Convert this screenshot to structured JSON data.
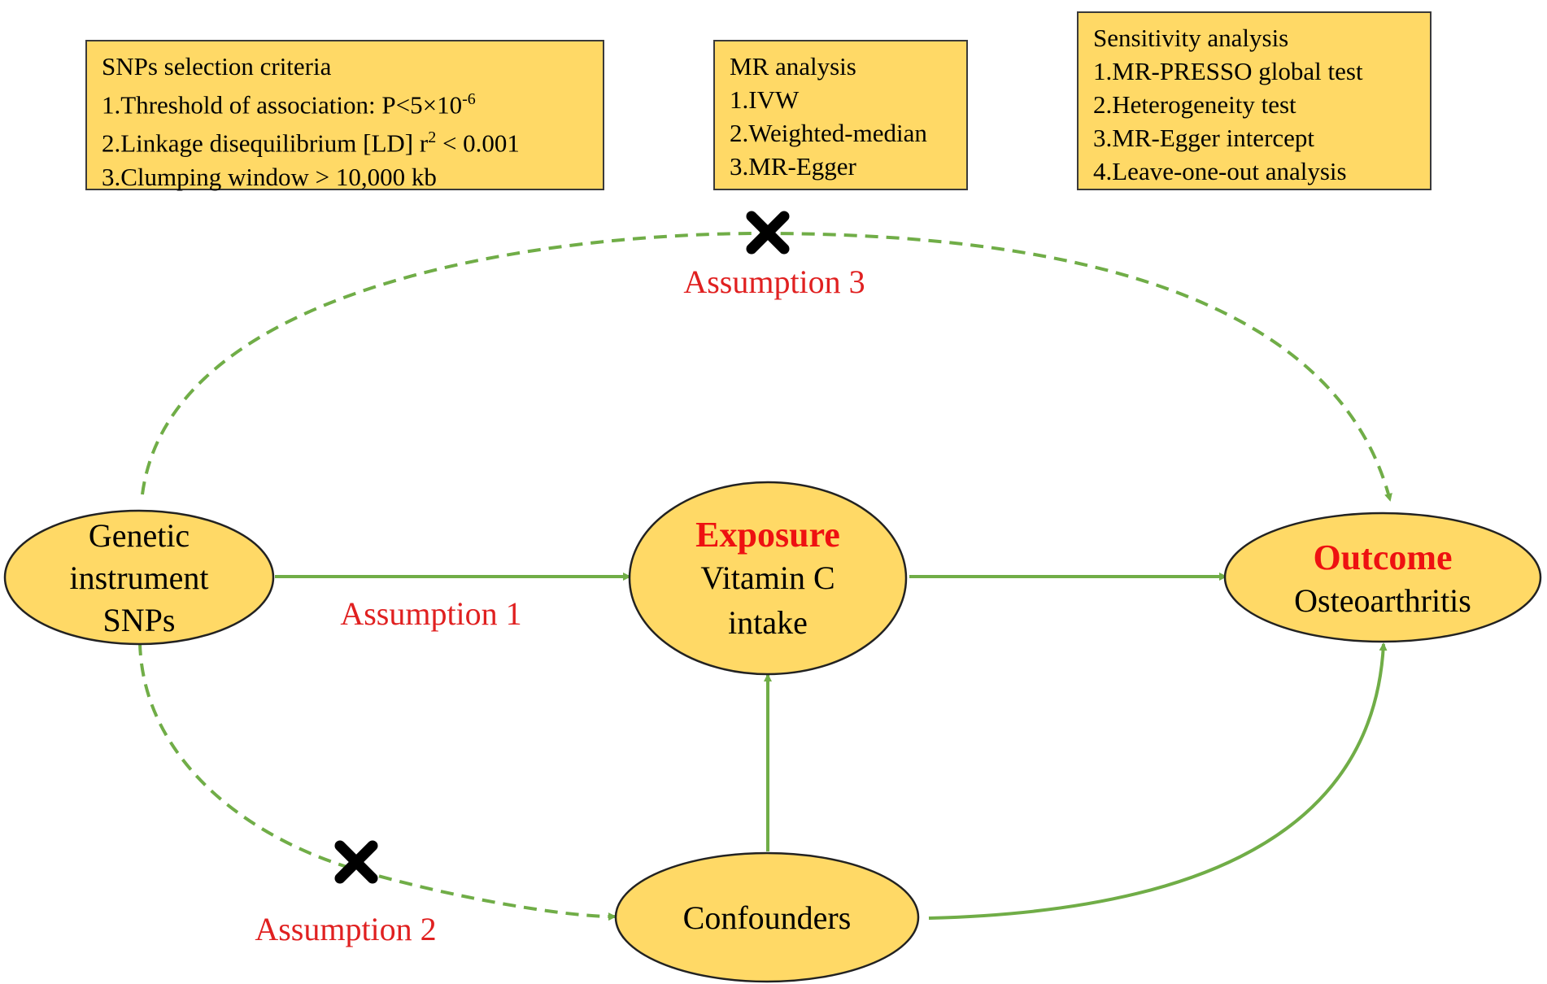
{
  "boxes": {
    "snps": {
      "title": "SNPs selection criteria",
      "line1": "1.Threshold of association: P<5×10",
      "line1_sup": "-6",
      "line2_pre": "2.Linkage disequilibrium [LD] r",
      "line2_sup": "2",
      "line2_post": " < 0.001",
      "line3": "3.Clumping window > 10,000 kb"
    },
    "mr": {
      "title": "MR analysis",
      "items": [
        "1.IVW",
        "2.Weighted-median",
        "3.MR-Egger"
      ]
    },
    "sensitivity": {
      "title": "Sensitivity analysis",
      "items": [
        "1.MR-PRESSO global test",
        "2.Heterogeneity test",
        "3.MR-Egger intercept",
        "4.Leave-one-out analysis"
      ]
    }
  },
  "nodes": {
    "genetic": {
      "lines": [
        "Genetic",
        "instrument",
        "SNPs"
      ]
    },
    "exposure": {
      "title": "Exposure",
      "lines": [
        "Vitamin C",
        "intake"
      ]
    },
    "outcome": {
      "title": "Outcome",
      "lines": [
        "Osteoarthritis"
      ]
    },
    "confounders": {
      "lines": [
        "Confounders"
      ]
    }
  },
  "assumptions": {
    "a1": "Assumption 1",
    "a2": "Assumption 2",
    "a3": "Assumption 3"
  },
  "colors": {
    "box_fill": "#FFD966",
    "arrow_green": "#70AD47",
    "assumption_red": "#E02020",
    "title_red": "#EE1111"
  }
}
